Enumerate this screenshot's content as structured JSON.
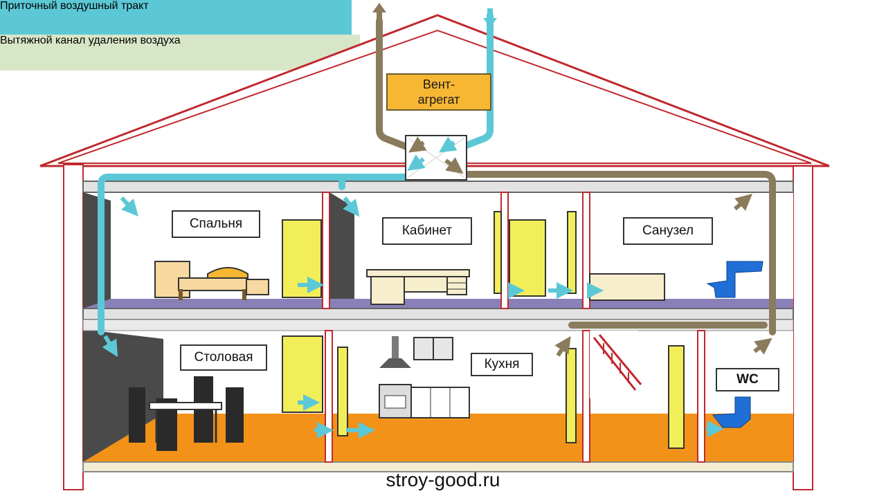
{
  "labels": {
    "supply_tract": "Приточный воздушный тракт",
    "exhaust_channel": "Вытяжной канал удаления воздуха",
    "unit_line1": "Вент-",
    "unit_line2": "агрегат"
  },
  "rooms": {
    "bedroom": "Спальня",
    "office": "Кабинет",
    "bathroom": "Санузел",
    "dining": "Столовая",
    "kitchen": "Кухня",
    "wc": "WC"
  },
  "credit": "stroy-good.ru",
  "colors": {
    "supply": "#5cc8d6",
    "exhaust": "#8a7b5c",
    "unit": "#f7b733",
    "exhaust_label_bg": "#d8e6c8",
    "floor_upper": "#8a80b8",
    "floor_lower": "#f39219",
    "wall_dark": "#4a4a4a",
    "door": "#f2ee5a",
    "house_outline": "#c0282d",
    "slab": "#e2e2e2"
  }
}
